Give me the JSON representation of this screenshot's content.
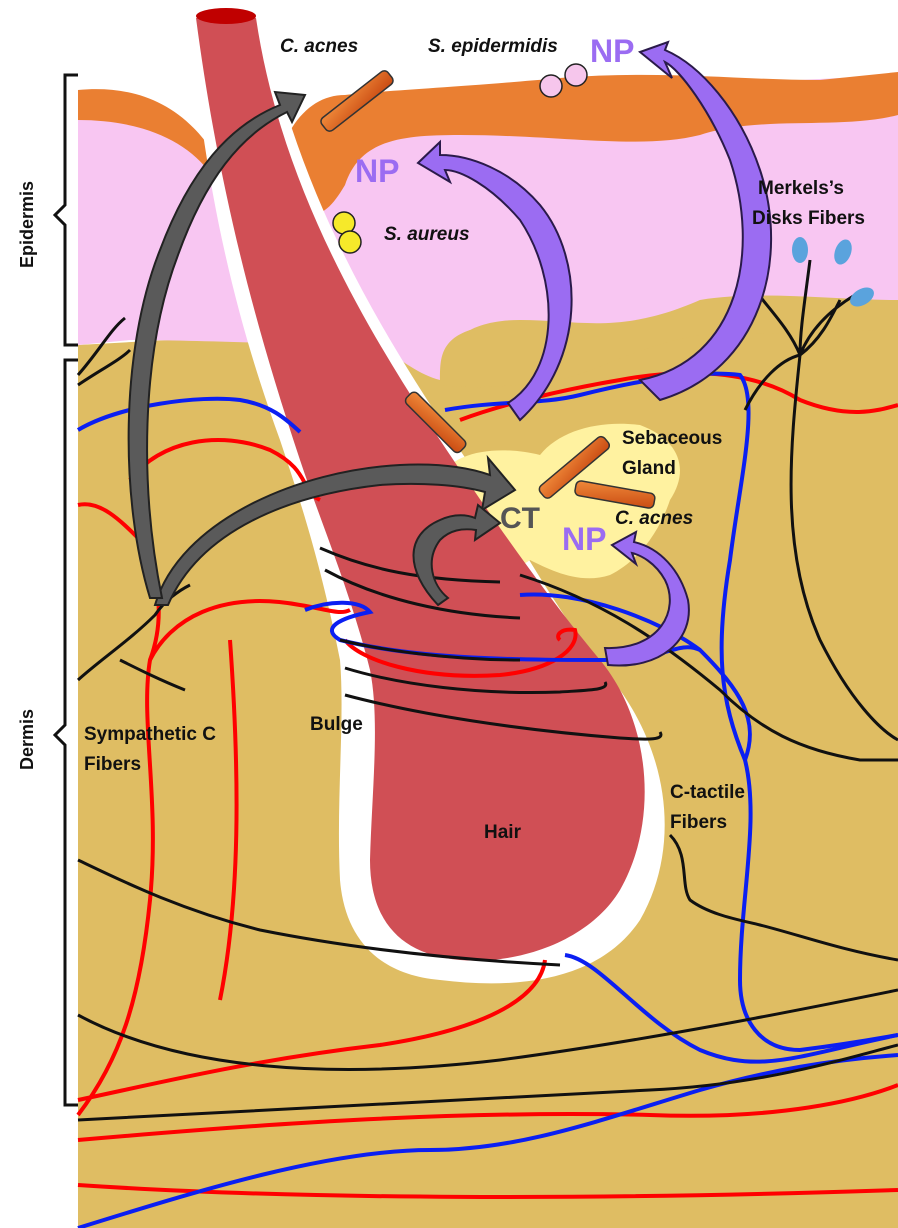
{
  "layers": {
    "epidermis": "Epidermis",
    "dermis": "Dermis"
  },
  "labels": {
    "c_acnes_top": "C. acnes",
    "s_epidermidis": "S. epidermidis",
    "np_top_right": "NP",
    "np_middle": "NP",
    "s_aureus": "S. aureus",
    "merkel_line1": "Merkels’s",
    "merkel_line2": "Disks Fibers",
    "sebaceous_line1": "Sebaceous",
    "sebaceous_line2": "Gland",
    "ct": "CT",
    "c_acnes_gland": "C. acnes",
    "np_gland": "NP",
    "sympathetic_line1": "Sympathetic C",
    "sympathetic_line2": "Fibers",
    "bulge": "Bulge",
    "hair": "Hair",
    "ctactile_line1": "C-tactile",
    "ctactile_line2": "Fibers"
  },
  "colors": {
    "dermis": "#dfbd63",
    "epidermis_pink": "#f8c6f2",
    "stratum_orange": "#ea7f32",
    "hair": "#d04f55",
    "blood_red": "#ff0000",
    "blood_blue": "#0b1ff2",
    "nerve_black": "#111111",
    "gland_yellow": "#fff2a0",
    "np_purple": "#9b6cf2",
    "ct_arrow_gray": "#5a5a5a",
    "merkel_blue": "#5aa3dd",
    "bacteria_orange": "#e8642a",
    "s_aureus_yellow": "#f6e92a",
    "s_epidermidis_pink": "#f6c6ec"
  }
}
